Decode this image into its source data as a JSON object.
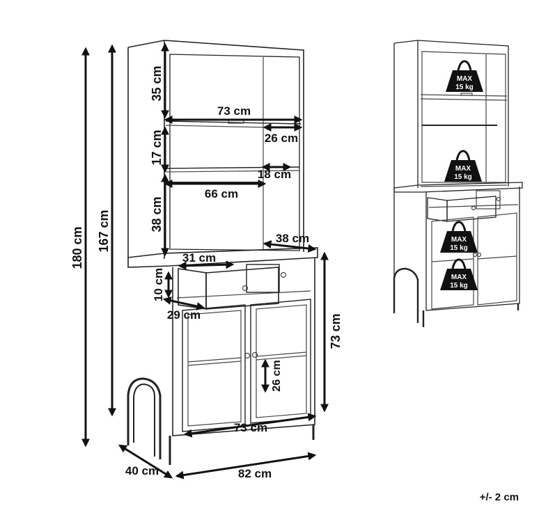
{
  "dimensions": {
    "height_total": "180 cm",
    "height_top": "167 cm",
    "shelf_top": "35 cm",
    "inner_width_top": "73 cm",
    "side_compartment": "26 cm",
    "shelf_middle": "17 cm",
    "rail_gap": "18 cm",
    "rod_width": "66 cm",
    "shelf_lower": "38 cm",
    "counter_depth": "38 cm",
    "drawer_width": "31 cm",
    "drawer_height": "10 cm",
    "drawer_depth": "29 cm",
    "cabinet_height": "73 cm",
    "cabinet_shelf": "26 cm",
    "cabinet_width": "73 cm",
    "depth": "40 cm",
    "width": "82 cm"
  },
  "load_badges": [
    {
      "line1": "MAX",
      "line2": "15 kg"
    },
    {
      "line1": "MAX",
      "line2": "15 kg"
    },
    {
      "line1": "MAX",
      "line2": "15 kg"
    },
    {
      "line1": "MAX",
      "line2": "15 kg"
    }
  ],
  "tolerance": "+/- 2 cm"
}
